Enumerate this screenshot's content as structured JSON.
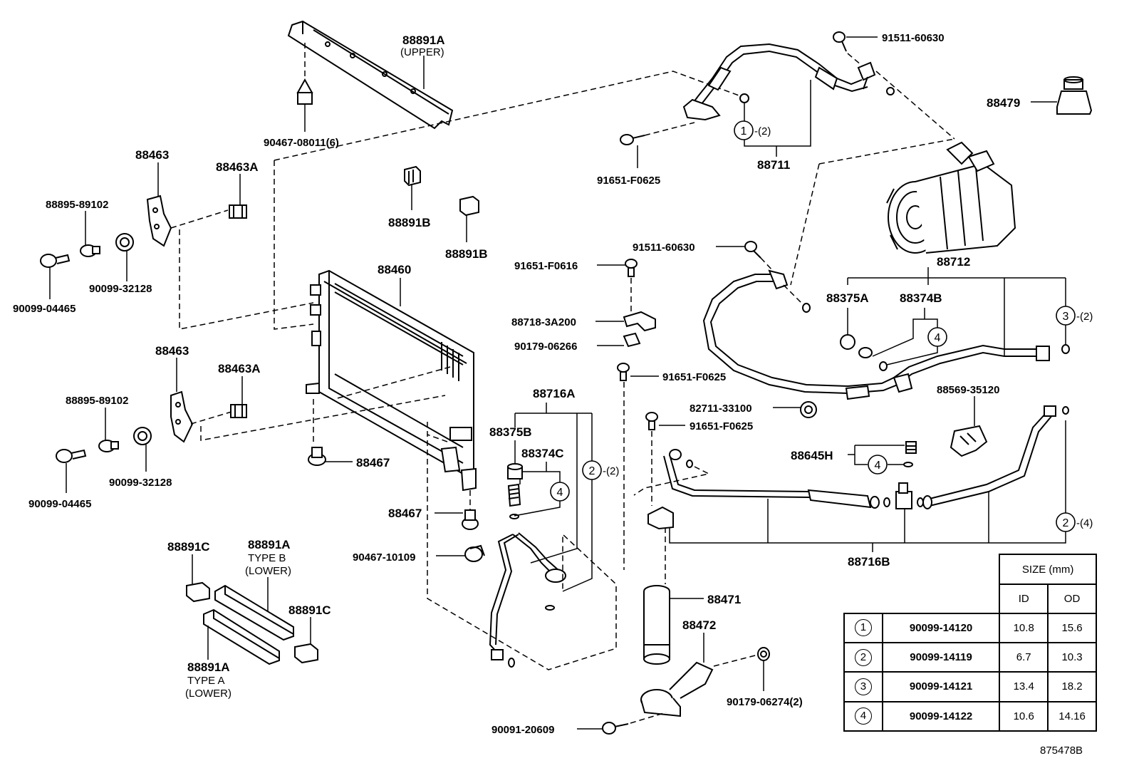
{
  "labels": {
    "l88891A_upper": "88891A",
    "upper": "(UPPER)",
    "l90467_08011": "90467-08011(6)",
    "l88463_top": "88463",
    "l88463A_top": "88463A",
    "l88895_top": "88895-89102",
    "l90099_32128_top": "90099-32128",
    "l90099_04465_top": "90099-04465",
    "l88891B_1": "88891B",
    "l88891B_2": "88891B",
    "l88460": "88460",
    "l88463_mid": "88463",
    "l88463A_mid": "88463A",
    "l88895_mid": "88895-89102",
    "l90099_32128_mid": "90099-32128",
    "l90099_04465_mid": "90099-04465",
    "l88467_a": "88467",
    "l88467_b": "88467",
    "l88891C_a": "88891C",
    "l88891A_typeB": "88891A",
    "typeB": "TYPE B",
    "lowerB": "(LOWER)",
    "l88891C_b": "88891C",
    "l88891A_typeA": "88891A",
    "typeA": "TYPE A",
    "lowerA": "(LOWER)",
    "l88716A": "88716A",
    "l88375B": "88375B",
    "l88374C": "88374C",
    "l90467_10109": "90467-10109",
    "l91651_F0616": "91651-F0616",
    "l88718_3A200": "88718-3A200",
    "l90179_06266": "90179-06266",
    "l91651_F0625_a": "91651-F0625",
    "l91511_60630_a": "91511-60630",
    "l91651_F0625_b": "91651-F0625",
    "l82711_33100": "82711-33100",
    "l91651_F0625_c": "91651-F0625",
    "l88471": "88471",
    "l88472": "88472",
    "l90091_20609": "90091-20609",
    "l90179_06274": "90179-06274(2)",
    "l91511_60630_top": "91511-60630",
    "l88479": "88479",
    "l88711": "88711",
    "l88712": "88712",
    "l88375A": "88375A",
    "l88374B": "88374B",
    "l88569_35120": "88569-35120",
    "l88645H": "88645H",
    "l88716B": "88716B",
    "diagram_code": "875478B"
  },
  "callouts": {
    "c1": "1",
    "c1q": "-(2)",
    "c2a": "2",
    "c2aq": "-(2)",
    "c3": "3",
    "c3q": "-(2)",
    "c2b": "2",
    "c2bq": "-(4)",
    "c4a": "4",
    "c4b": "4",
    "c4c": "4"
  },
  "size_table": {
    "header": "SIZE (mm)",
    "col_id": "ID",
    "col_od": "OD",
    "rows": [
      {
        "index": "1",
        "part": "90099-14120",
        "id": "10.8",
        "od": "15.6"
      },
      {
        "index": "2",
        "part": "90099-14119",
        "id": "6.7",
        "od": "10.3"
      },
      {
        "index": "3",
        "part": "90099-14121",
        "id": "13.4",
        "od": "18.2"
      },
      {
        "index": "4",
        "part": "90099-14122",
        "id": "10.6",
        "od": "14.16"
      }
    ]
  }
}
